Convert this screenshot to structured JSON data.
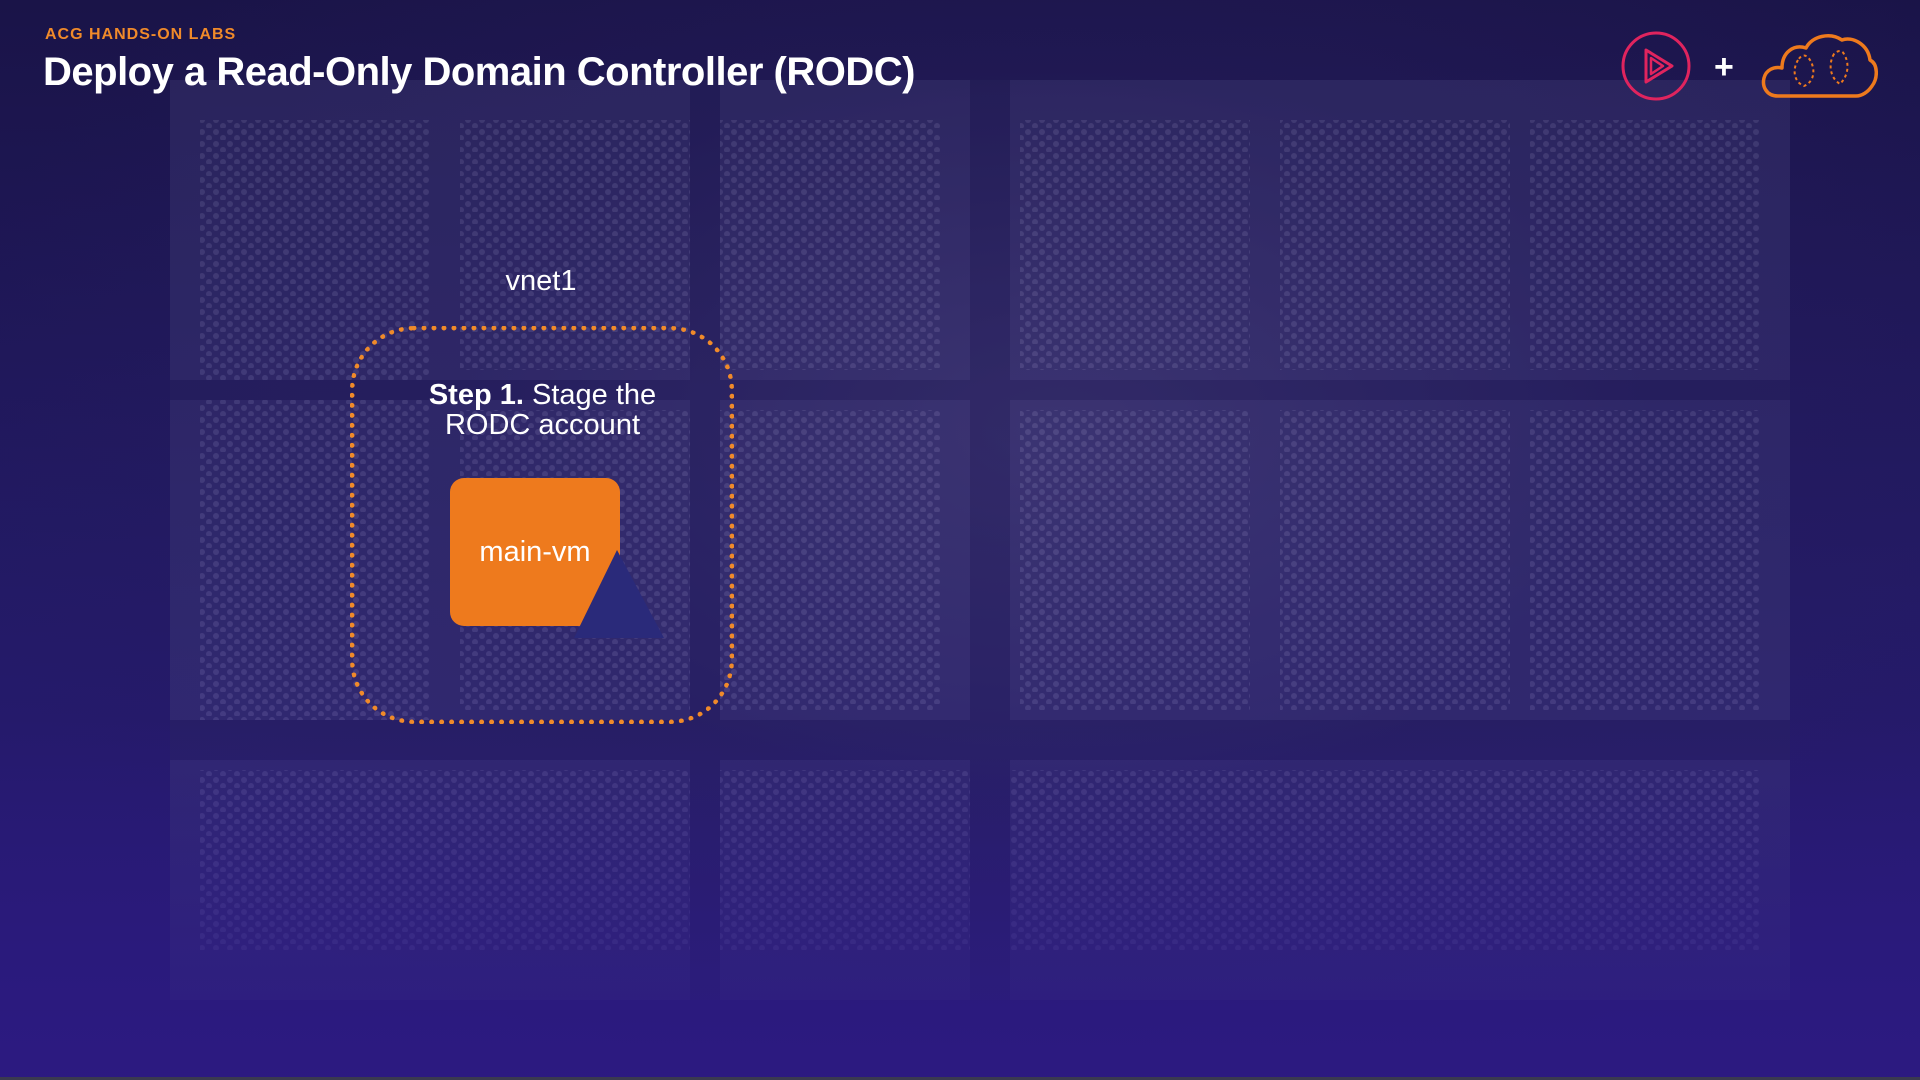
{
  "header": {
    "kicker": "ACG HANDS-ON LABS",
    "title": "Deploy a Read-Only Domain Controller (RODC)"
  },
  "logos": {
    "left_icon": "play-icon",
    "separator": "+",
    "right_icon": "cloud-guru-icon"
  },
  "diagram": {
    "vnet_label": "vnet1",
    "step_bold": "Step 1.",
    "step_line1_rest": "Stage the",
    "step_line2": "RODC account",
    "vm_label": "main-vm"
  },
  "colors": {
    "accent_orange": "#ee7a1d",
    "background": "#1c1450",
    "triangle": "#2a2a7a",
    "pluralsight_red": "#e0245e"
  }
}
